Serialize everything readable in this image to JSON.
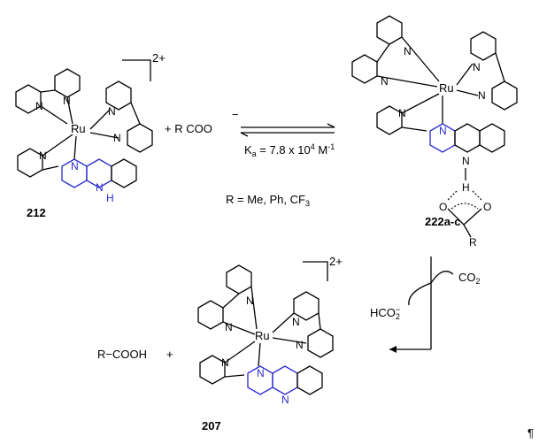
{
  "compounds": {
    "c212": {
      "label": "212",
      "charge": "2+",
      "metal": "Ru",
      "nh": "H"
    },
    "c222": {
      "label": "222a-c",
      "metal": "Ru",
      "h": "H",
      "o": "O",
      "r": "R"
    },
    "c207": {
      "label": "207",
      "charge": "2+",
      "metal": "Ru"
    }
  },
  "reaction": {
    "carboxylate_prefix": "+ R COO",
    "carboxylate_charge": "−",
    "ka_k": "K",
    "ka_sub": "a",
    "ka_eq": " = 7.8 x 10",
    "ka_exp": "4",
    "ka_unit": " M",
    "ka_unit_exp": "-1",
    "r_groups": "R = Me, Ph, CF",
    "r_groups_sub": "3",
    "co2": "CO",
    "co2_sub": "2",
    "formate": "HCO",
    "formate_sub": "2",
    "formate_sup": "−",
    "acid": "R−COOH",
    "plus": "+"
  },
  "atom_label": "N",
  "pilcrow": "¶",
  "colors": {
    "ligand_blue": "#2a2ad0",
    "ink": "#000000"
  }
}
